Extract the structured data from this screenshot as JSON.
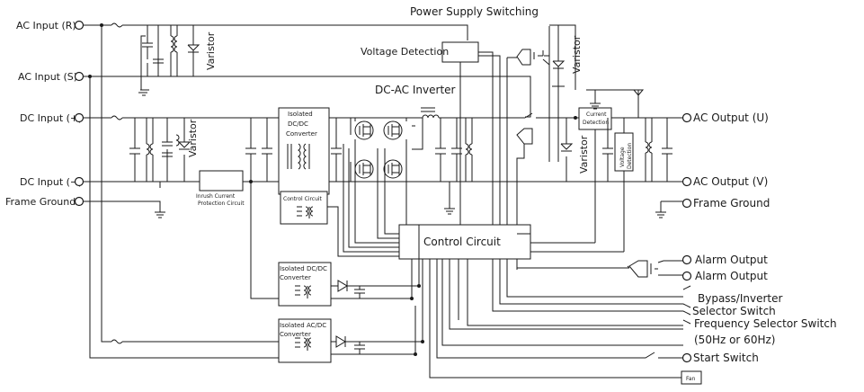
{
  "title": "Power Supply Switching",
  "inputs": {
    "ac_r": "AC Input (R)",
    "ac_s": "AC Input (S)",
    "dc_pos": "DC Input (+)",
    "dc_neg": "DC Input (−)",
    "frame_ground": "Frame Ground"
  },
  "outputs": {
    "ac_u": "AC Output (U)",
    "ac_v": "AC Output (V)",
    "frame_ground": "Frame Ground",
    "alarm_1": "Alarm Output",
    "alarm_2": "Alarm Output",
    "bypass_1": "Bypass/Inverter",
    "bypass_2": "Selector Switch",
    "freq_1": "Frequency Selector Switch",
    "freq_2": "(50Hz or 60Hz)",
    "start": "Start Switch"
  },
  "blocks": {
    "voltage_detection": "Voltage Detection",
    "dc_ac_inverter": "DC-AC Inverter",
    "isolated_dcdc_main": [
      "Isolated",
      "DC/DC",
      "Converter"
    ],
    "control_circuit_small": "Control Circuit",
    "control_circuit_main": "Control Circuit",
    "inrush": [
      "Inrush Current",
      "Protection Circuit"
    ],
    "current_detection": [
      "Current",
      "Detection"
    ],
    "voltage_detection_vertical": [
      "Voltage",
      "Detection"
    ],
    "isolated_dcdc_aux": [
      "Isolated DC/DC",
      "Converter"
    ],
    "isolated_acdc_aux": [
      "Isolated AC/DC",
      "Converter"
    ],
    "fan": "Fan"
  },
  "varistor": "Varistor"
}
